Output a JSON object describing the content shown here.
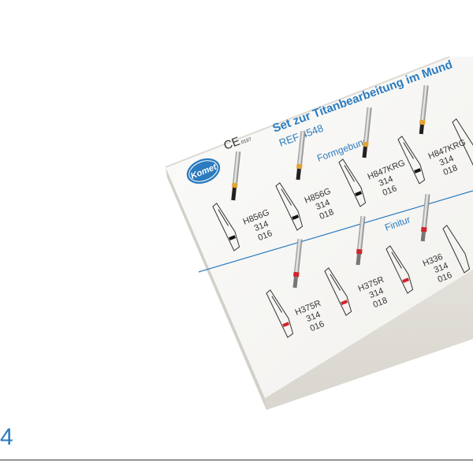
{
  "kit": {
    "title": "Set zur Titanbearbeitung im Mund",
    "ref": "REF 4548",
    "ce_mark": "CE",
    "ce_number": "0197",
    "brand": "Komet",
    "sections": {
      "shaping": "Formgebung",
      "finishing": "Finitur"
    },
    "shaping_burs": [
      {
        "name": "H856G",
        "shank": "314",
        "size": "016",
        "band": "#111111"
      },
      {
        "name": "H856G",
        "shank": "314",
        "size": "018",
        "band": "#111111"
      },
      {
        "name": "H847KRG",
        "shank": "314",
        "size": "016",
        "band": "#111111"
      },
      {
        "name": "H847KRG",
        "shank": "314",
        "size": "018",
        "band": "#111111"
      }
    ],
    "finishing_burs": [
      {
        "name": "H375R",
        "shank": "314",
        "size": "016",
        "band": "#d0242b"
      },
      {
        "name": "H375R",
        "shank": "314",
        "size": "018",
        "band": "#d0242b"
      },
      {
        "name": "H336",
        "shank": "314",
        "size": "016",
        "band": "#d0242b"
      }
    ]
  },
  "page_number": "4",
  "colors": {
    "accent_blue": "#2a7bbf",
    "black_band": "#111111",
    "red_band": "#d0242b",
    "gold_ring": "#e2a234"
  }
}
